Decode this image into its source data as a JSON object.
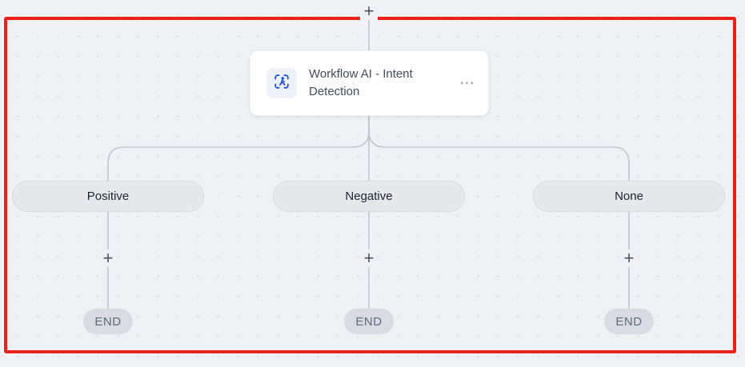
{
  "canvas": {
    "background_color": "#EFF1F4",
    "dot_color": "#E2E4E8",
    "selection_color": "#EC2115",
    "connector_color": "#C2C5CB"
  },
  "icons": {
    "add": "+",
    "more_options": "⋯",
    "node_icon_name": "intent-detection-icon",
    "node_icon_color": "#1D4ED8",
    "node_icon_bg": "#EDF1FC"
  },
  "node": {
    "title": "Workflow AI - Intent Detection"
  },
  "branches": [
    {
      "label": "Positive",
      "end_label": "END"
    },
    {
      "label": "Negative",
      "end_label": "END"
    },
    {
      "label": "None",
      "end_label": "END"
    }
  ]
}
